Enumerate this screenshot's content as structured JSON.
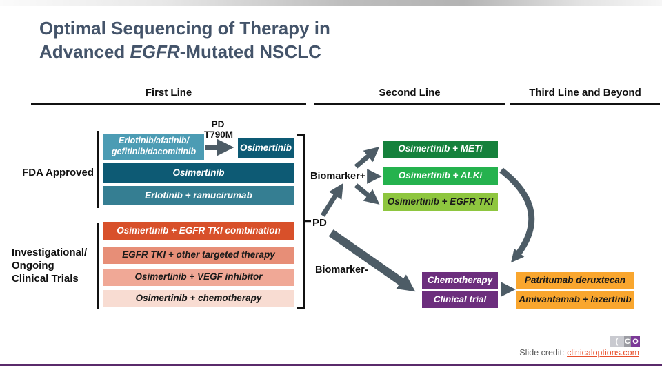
{
  "title": {
    "line1": "Optimal Sequencing of Therapy in",
    "line2_pre": "Advanced ",
    "line2_em": "EGFR",
    "line2_post": "-Mutated NSCLC"
  },
  "columns": {
    "first": "First Line",
    "second": "Second Line",
    "third": "Third Line and Beyond"
  },
  "row_labels": {
    "fda": "FDA Approved",
    "inv_line1": "Investigational/",
    "inv_line2": "Ongoing",
    "inv_line3": "Clinical Trials"
  },
  "first_line": {
    "egfr_tki_line1": "Erlotinib/afatinib/",
    "egfr_tki_line2": "gefitinib/dacomitinib",
    "pd_label": "PD",
    "t790m_label": "T790M",
    "osimertinib_after_t790m": "Osimertinib",
    "osimertinib_wide": "Osimertinib",
    "erlotinib_ramucirumab": "Erlotinib + ramucirumab",
    "investigational": [
      "Osimertinib + EGFR TKI combination",
      "EGFR TKI + other targeted therapy",
      "Osimertinib + VEGF inhibitor",
      "Osimertinib + chemotherapy"
    ]
  },
  "second_line": {
    "pd_label": "PD",
    "biomarker_positive": "Biomarker+",
    "biomarker_negative": "Biomarker-",
    "biomarker_positive_options": [
      "Osimertinib + METi",
      "Osimertinib + ALKi",
      "Osimertinib + EGFR TKI"
    ],
    "biomarker_negative_options": [
      "Chemotherapy",
      "Clinical trial"
    ]
  },
  "third_line": {
    "options": [
      "Patritumab deruxtecan",
      "Amivantamab + lazertinib"
    ]
  },
  "footer": {
    "credit_label": "Slide credit: ",
    "credit_link": "clinicaloptions.com",
    "logo_char1": "(",
    "logo_char2": "C",
    "logo_char3": "O"
  },
  "colors": {
    "title_text": "#44546A",
    "teal_light": "#4C9CB4",
    "teal_dark": "#0D5A74",
    "teal_mid": "#357E92",
    "orange_red": "#D8502A",
    "salmon": "#E78E77",
    "salmon_light": "#F0A896",
    "pink_pale": "#F8DCD2",
    "green_dark": "#15813C",
    "green_mid": "#25B24E",
    "green_light": "#8EC63F",
    "purple": "#6C2E7D",
    "orange": "#F9A62E",
    "arrow_slate": "#4D5C66",
    "footer_bar": "#5A2A6B",
    "link": "#E8502B"
  }
}
